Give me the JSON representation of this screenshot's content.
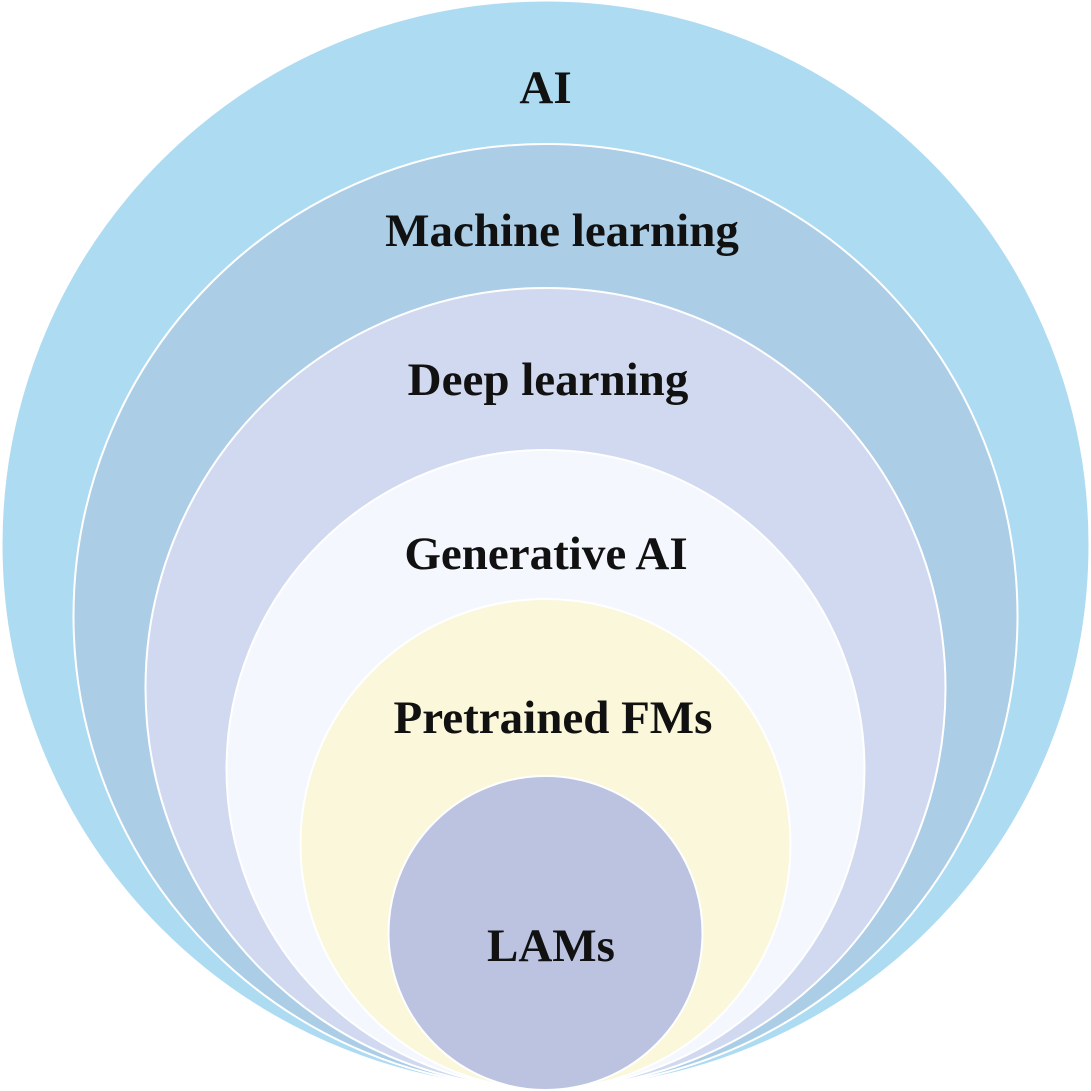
{
  "diagram": {
    "type": "nested-circles",
    "layers": [
      {
        "label": "AI",
        "color": "#addbf2"
      },
      {
        "label": "Machine learning",
        "color": "#abcde6"
      },
      {
        "label": "Deep learning",
        "color": "#d1d9f0"
      },
      {
        "label": "Generative AI",
        "color": "#f4f7fd"
      },
      {
        "label": "Pretrained FMs",
        "color": "#faf7da"
      },
      {
        "label": "LAMs",
        "color": "#bbc3e1"
      }
    ]
  }
}
